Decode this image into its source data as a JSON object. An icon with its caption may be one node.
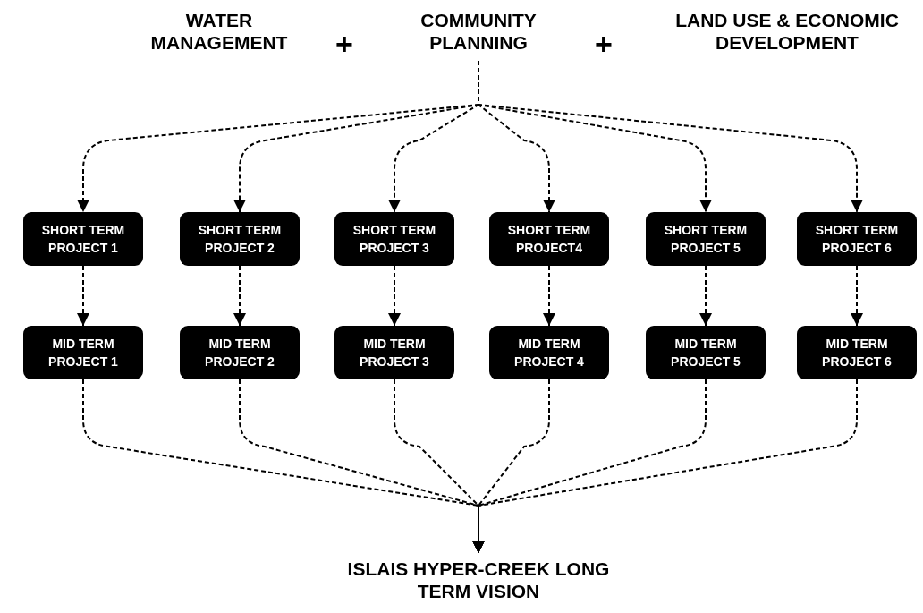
{
  "diagram": {
    "nodes": [
      {
        "text": [
          "WATER MANAGEMENT"
        ]
      },
      {
        "text": [
          "COMMUNITY PLANNING"
        ]
      },
      {
        "text": [
          "LAND USE & ECONOMIC DEVELOPMENT"
        ]
      },
      {
        "text": [
          "SHORT TERM PROJECT 1"
        ]
      },
      {
        "text": [
          "SHORT TERM PROJECT 2"
        ]
      },
      {
        "text": [
          "SHORT TERM PROJECT 3"
        ]
      },
      {
        "text": [
          "SHORT TERM PROJECT4"
        ]
      },
      {
        "text": [
          "SHORT TERM PROJECT 5"
        ]
      },
      {
        "text": [
          "SHORT TERM PROJECT 6"
        ]
      },
      {
        "text": [
          "MID TERM PROJECT 1"
        ]
      },
      {
        "text": [
          "MID TERM PROJECT 2"
        ]
      },
      {
        "text": [
          "MID TERM PROJECT 3"
        ]
      },
      {
        "text": [
          "MID TERM PROJECT 4"
        ]
      },
      {
        "text": [
          "MID TERM PROJECT 5"
        ]
      },
      {
        "text": [
          "MID TERM PROJECT 6"
        ]
      },
      {
        "text": [
          "ISLAIS HYPER-CREEK LONG TERM VISION"
        ]
      }
    ],
    "edges": [
      {
        "from": 1,
        "to": 3,
        "arrow": "to",
        "style": "dashed"
      },
      {
        "from": 1,
        "to": 4,
        "arrow": "to",
        "style": "dashed"
      },
      {
        "from": 1,
        "to": 5,
        "arrow": "to",
        "style": "dashed"
      },
      {
        "from": 1,
        "to": 6,
        "arrow": "to",
        "style": "dashed"
      },
      {
        "from": 1,
        "to": 7,
        "arrow": "to",
        "style": "dashed"
      },
      {
        "from": 1,
        "to": 8,
        "arrow": "to",
        "style": "dashed"
      },
      {
        "from": 3,
        "to": 9,
        "arrow": "to",
        "style": "dashed"
      },
      {
        "from": 4,
        "to": 10,
        "arrow": "to",
        "style": "dashed"
      },
      {
        "from": 5,
        "to": 11,
        "arrow": "to",
        "style": "dashed"
      },
      {
        "from": 6,
        "to": 12,
        "arrow": "to",
        "style": "dashed"
      },
      {
        "from": 7,
        "to": 13,
        "arrow": "to",
        "style": "dashed"
      },
      {
        "from": 8,
        "to": 14,
        "arrow": "to",
        "style": "dashed"
      },
      {
        "from": 9,
        "to": 15,
        "arrow": "to",
        "style": "dashed"
      },
      {
        "from": 10,
        "to": 15,
        "arrow": "to",
        "style": "dashed"
      },
      {
        "from": 11,
        "to": 15,
        "arrow": "to",
        "style": "dashed"
      },
      {
        "from": 12,
        "to": 15,
        "arrow": "to",
        "style": "dashed"
      },
      {
        "from": 13,
        "to": 15,
        "arrow": "to",
        "style": "dashed"
      },
      {
        "from": 14,
        "to": 15,
        "arrow": "to",
        "style": "dashed"
      }
    ],
    "labels": [
      "+",
      "+"
    ]
  }
}
